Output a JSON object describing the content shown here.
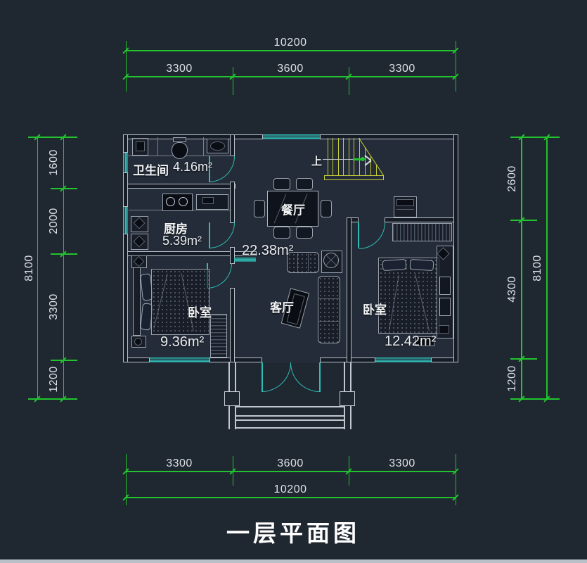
{
  "title": {
    "text": "一层平面图"
  },
  "dimensions": {
    "top": {
      "overall": "10200",
      "segments": [
        "3300",
        "3600",
        "3300"
      ]
    },
    "bottom": {
      "overall": "10200",
      "segments": [
        "3300",
        "3600",
        "3300"
      ]
    },
    "left": {
      "overall": "8100",
      "segments": [
        "1600",
        "2000",
        "3300",
        "1200"
      ]
    },
    "right": {
      "overall": "8100",
      "segments": [
        "2600",
        "4300",
        "1200"
      ]
    }
  },
  "rooms": {
    "bathroom": {
      "name": "卫生间",
      "area": "4.16m²"
    },
    "kitchen": {
      "name": "厨房",
      "area": "5.39m²"
    },
    "dining": {
      "name": "餐厅"
    },
    "living": {
      "name": "客厅",
      "area": "22.38m²"
    },
    "bedroom_left": {
      "name": "卧室",
      "area": "9.36m²"
    },
    "bedroom_right": {
      "name": "卧室",
      "area": "12.42m²"
    }
  },
  "stairs": {
    "direction_label": "上"
  },
  "colors": {
    "background": "#1f2731",
    "wall_line": "#b7c0c9",
    "window_door": "#2fbcb4",
    "dimension": "#22c32e",
    "stairs": "#c6cc35",
    "label_text": "#f2f4f6"
  }
}
